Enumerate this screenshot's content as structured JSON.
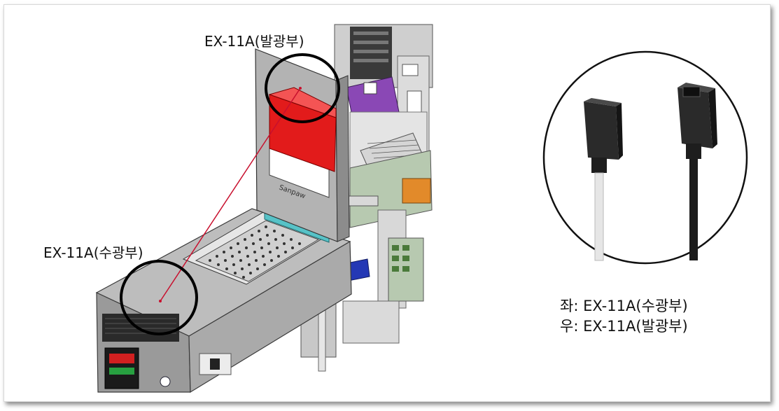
{
  "labels": {
    "emitter": "EX-11A(발광부)",
    "receiver": "EX-11A(수광부)"
  },
  "caption": {
    "left": "좌: EX-11A(수광부)",
    "right": "우: EX-11A(발광부)"
  },
  "colors": {
    "housing_gray": "#b9b9b9",
    "emitter_red": "#e21b1b",
    "beam_line": "#c8102e",
    "plate_teal": "#57c2c7",
    "cable_white": "#e6e6e6",
    "cable_black": "#1c1c1c",
    "accent_blue": "#2233aa",
    "accent_purple": "#7a3aa0",
    "accent_orange": "#e38a2a"
  }
}
